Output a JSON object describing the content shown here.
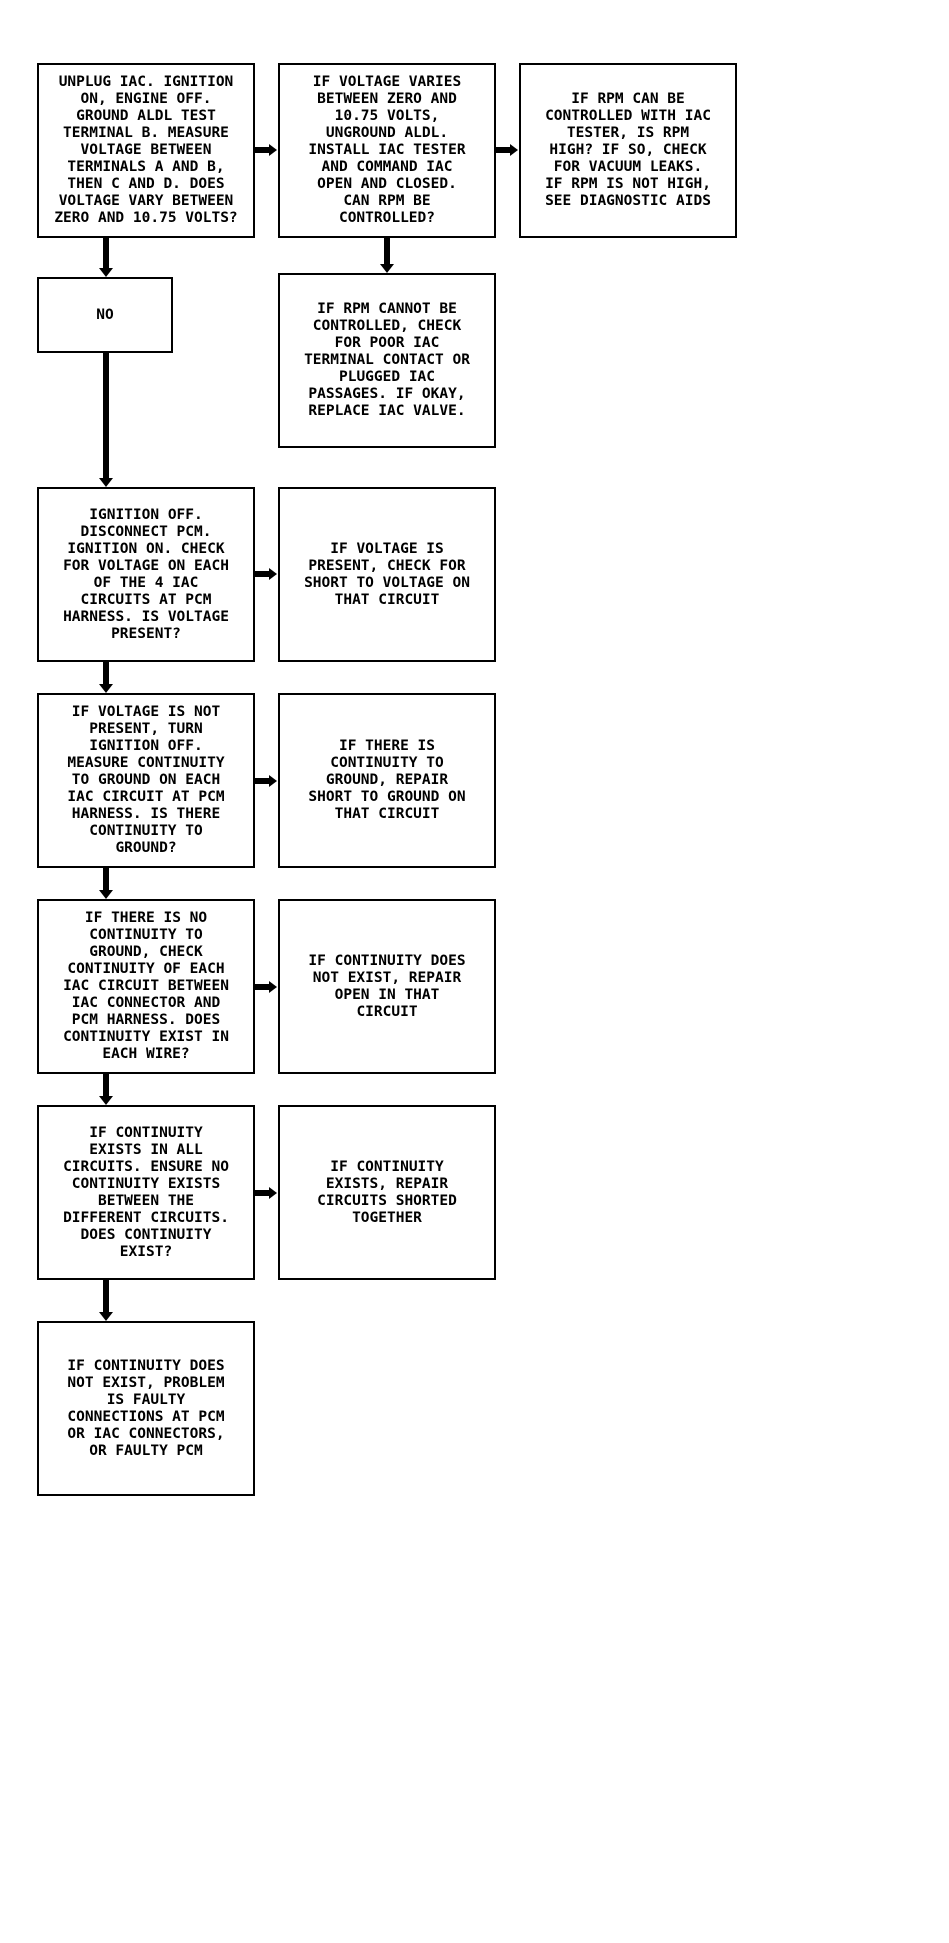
{
  "boxes": {
    "b1": "UNPLUG IAC. IGNITION\nON, ENGINE OFF.\nGROUND ALDL TEST\nTERMINAL B. MEASURE\nVOLTAGE BETWEEN\nTERMINALS A AND B,\nTHEN C AND D. DOES\nVOLTAGE VARY BETWEEN\nZERO AND 10.75 VOLTS?",
    "b2": "IF VOLTAGE VARIES\nBETWEEN ZERO AND\n10.75 VOLTS,\nUNGROUND ALDL.\nINSTALL IAC TESTER\nAND COMMAND IAC\nOPEN AND CLOSED.\nCAN RPM BE\nCONTROLLED?",
    "b3": "IF RPM CAN BE\nCONTROLLED WITH IAC\nTESTER, IS RPM\nHIGH? IF SO, CHECK\nFOR VACUUM LEAKS.\nIF RPM IS NOT HIGH,\nSEE DIAGNOSTIC AIDS",
    "b4": "NO",
    "b5": "IF RPM CANNOT BE\nCONTROLLED, CHECK\nFOR POOR IAC\nTERMINAL CONTACT OR\nPLUGGED IAC\nPASSAGES. IF OKAY,\nREPLACE IAC VALVE.",
    "b6": "IGNITION OFF.\nDISCONNECT PCM.\nIGNITION ON. CHECK\nFOR VOLTAGE ON EACH\nOF THE 4 IAC\nCIRCUITS AT PCM\nHARNESS. IS VOLTAGE\nPRESENT?",
    "b7": "IF VOLTAGE IS\nPRESENT, CHECK FOR\nSHORT TO VOLTAGE ON\nTHAT CIRCUIT",
    "b8": "IF VOLTAGE IS NOT\nPRESENT, TURN\nIGNITION OFF.\nMEASURE CONTINUITY\nTO GROUND ON EACH\nIAC CIRCUIT AT PCM\nHARNESS. IS THERE\nCONTINUITY TO\nGROUND?",
    "b9": "IF THERE IS\nCONTINUITY TO\nGROUND, REPAIR\nSHORT TO GROUND ON\nTHAT CIRCUIT",
    "b10": "IF THERE IS NO\nCONTINUITY TO\nGROUND, CHECK\nCONTINUITY OF EACH\nIAC CIRCUIT BETWEEN\nIAC CONNECTOR AND\nPCM HARNESS. DOES\nCONTINUITY EXIST IN\nEACH WIRE?",
    "b11": "IF CONTINUITY DOES\nNOT EXIST, REPAIR\nOPEN IN THAT\nCIRCUIT",
    "b12": "IF CONTINUITY\nEXISTS IN ALL\nCIRCUITS. ENSURE NO\nCONTINUITY EXISTS\nBETWEEN THE\nDIFFERENT CIRCUITS.\nDOES CONTINUITY\nEXIST?",
    "b13": "IF CONTINUITY\nEXISTS, REPAIR\nCIRCUITS SHORTED\nTOGETHER",
    "b14": "IF CONTINUITY DOES\nNOT EXIST, PROBLEM\nIS FAULTY\nCONNECTIONS AT PCM\nOR IAC CONNECTORS,\nOR FAULTY PCM"
  }
}
